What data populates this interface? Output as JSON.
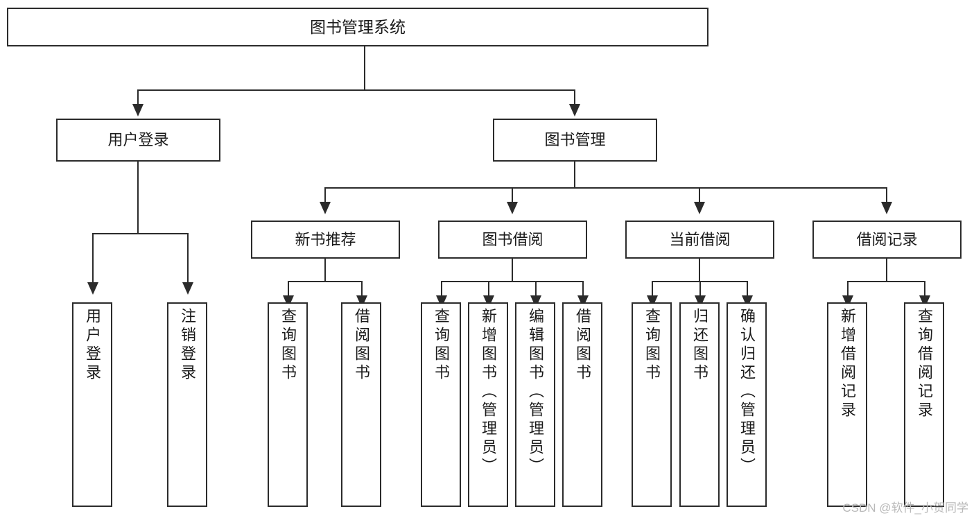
{
  "diagram": {
    "type": "hierarchy-tree",
    "title": "图书管理系统",
    "watermark": "CSDN @软件_小贺同学",
    "colors": {
      "border": "#2b2b2b",
      "background": "#ffffff",
      "text": "#1a1a1a",
      "watermark": "#b9b9b9"
    },
    "root": {
      "label": "图书管理系统"
    },
    "level2": [
      {
        "label": "用户登录"
      },
      {
        "label": "图书管理"
      }
    ],
    "level3": [
      {
        "label": "新书推荐"
      },
      {
        "label": "图书借阅"
      },
      {
        "label": "当前借阅"
      },
      {
        "label": "借阅记录"
      }
    ],
    "leaves": {
      "user_login": [
        {
          "label": "用户登录"
        },
        {
          "label": "注销登录"
        }
      ],
      "new_book": [
        {
          "label": "查询图书"
        },
        {
          "label": "借阅图书"
        }
      ],
      "book_borrow": [
        {
          "label": "查询图书"
        },
        {
          "label": "新增图书（管理员）"
        },
        {
          "label": "编辑图书（管理员）"
        },
        {
          "label": "借阅图书"
        }
      ],
      "current_borrow": [
        {
          "label": "查询图书"
        },
        {
          "label": "归还图书"
        },
        {
          "label": "确认归还（管理员）"
        }
      ],
      "borrow_record": [
        {
          "label": "新增借阅记录"
        },
        {
          "label": "查询借阅记录"
        }
      ]
    }
  }
}
